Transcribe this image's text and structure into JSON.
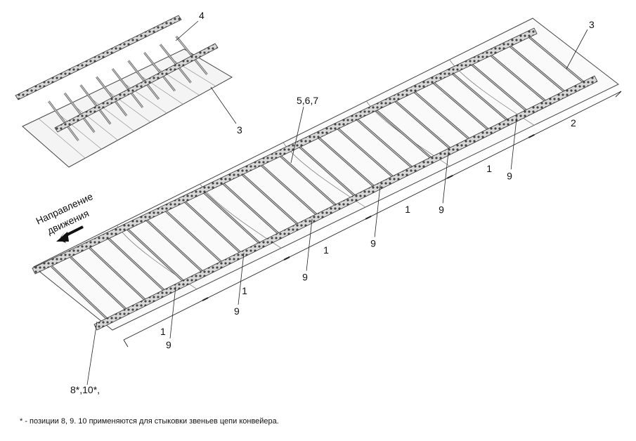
{
  "direction": {
    "line1": "Направление",
    "line2": "движения"
  },
  "callouts": {
    "inset_top": "4",
    "inset_bottom": "3",
    "main_top_right": "3",
    "group": "5,6,7",
    "joint": "8*,10*,"
  },
  "dimensions": {
    "pitch_label": "1",
    "end_label": "2",
    "pitch_count": 5
  },
  "connectors": {
    "label": "9",
    "count": 6
  },
  "footnote": "* - позиции 8, 9. 10 применяются для стыковки звеньев цепи  конвейера.",
  "colors": {
    "line": "#3a3a3a",
    "chain": "#555555",
    "text": "#111111"
  }
}
